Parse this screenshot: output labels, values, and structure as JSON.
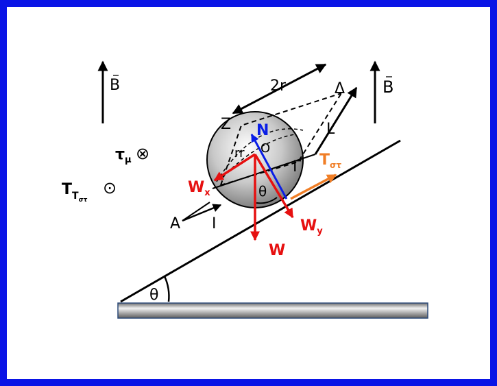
{
  "colors": {
    "frame": "#0a14e6",
    "line": "#000000",
    "force_red": "#e61010",
    "normal_blue": "#0a1ee6",
    "friction_orange": "#f07e26",
    "ground_blue": "#2c4a78"
  },
  "field_labels": {
    "left": "B",
    "right": "B"
  },
  "torque_labels": {
    "tau": "τ",
    "tau_sub": "μ",
    "T": "T",
    "T_sub": "T",
    "T_subsub": "στ"
  },
  "symbols": {
    "into": "⊗",
    "out_of": "⊙"
  },
  "dimension_labels": {
    "diameter": "2r",
    "length": "L"
  },
  "vertex_labels": {
    "A": "A",
    "I": "I",
    "Z": "Z",
    "Gamma": "Γ",
    "Delta": "Δ",
    "O": "O",
    "rr": "rr"
  },
  "angle_labels": {
    "inner": "θ",
    "incline": "θ"
  },
  "force_labels": {
    "N": "N",
    "W": "W",
    "Wx": "W",
    "Wx_sub": "x",
    "Wy": "W",
    "Wy_sub": "y",
    "T": "T",
    "T_sub": "στ"
  }
}
